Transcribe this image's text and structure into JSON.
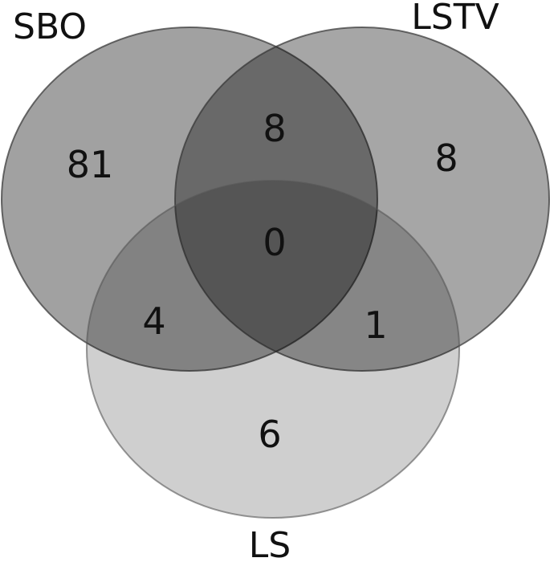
{
  "sets": [
    {
      "name": "SBO",
      "fill": "#000000",
      "opacity": 0.37
    },
    {
      "name": "LSTV",
      "fill": "#000000",
      "opacity": 0.35
    },
    {
      "name": "LS",
      "fill": "#000000",
      "opacity": 0.19
    }
  ],
  "regions": {
    "sbo_only": "81",
    "lstv_only": "8",
    "ls_only": "6",
    "sbo_lstv": "8",
    "sbo_ls": "4",
    "lstv_ls": "1",
    "all": "0"
  }
}
